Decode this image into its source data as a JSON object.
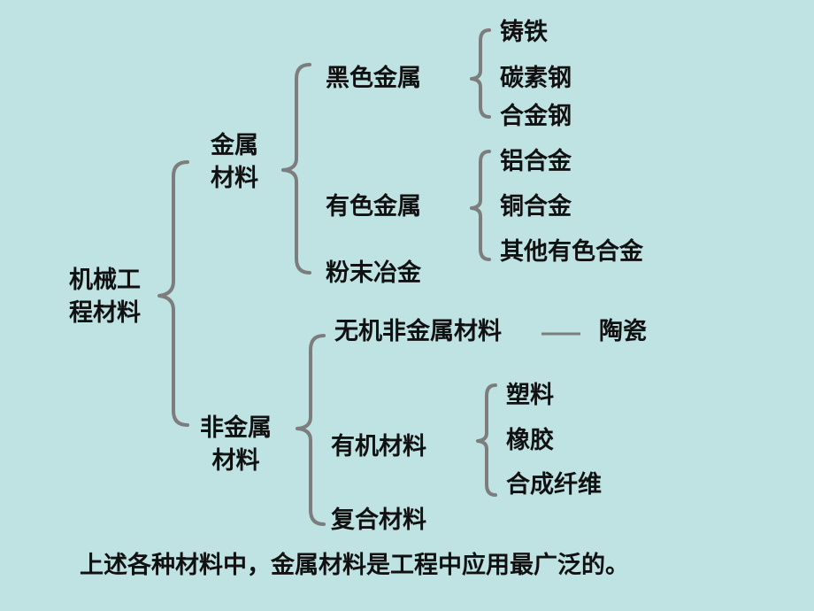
{
  "diagram": {
    "root": [
      "机械工",
      "程材料"
    ],
    "metal": {
      "label": [
        "金属",
        "材料"
      ],
      "ferrous": {
        "label": "黑色金属",
        "items": [
          "铸铁",
          "碳素钢",
          "合金钢"
        ]
      },
      "nonferrous": {
        "label": "有色金属",
        "items": [
          "铝合金",
          "铜合金",
          "其他有色合金"
        ]
      },
      "powder": "粉末冶金"
    },
    "nonmetal": {
      "label": [
        "非金属",
        "材料"
      ],
      "inorganic": {
        "label": "无机非金属材料",
        "item": "陶瓷"
      },
      "organic": {
        "label": "有机材料",
        "items": [
          "塑料",
          "橡胶",
          "合成纤维"
        ]
      },
      "composite": "复合材料"
    }
  },
  "footer": "上述各种材料中，金属材料是工程中应用最广泛的。",
  "colors": {
    "background": "#bfe3e3",
    "brace": "#7d7d7d",
    "text": "#111111"
  }
}
